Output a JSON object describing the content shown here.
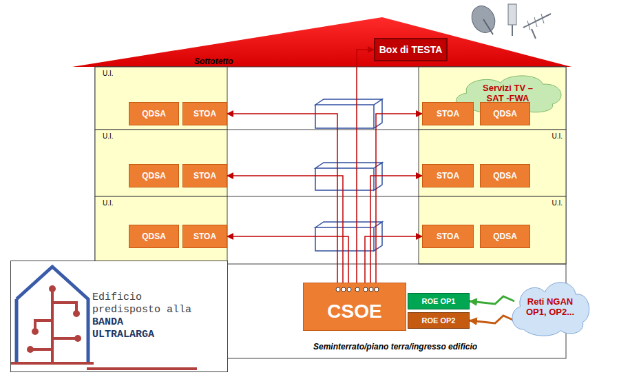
{
  "diagram": {
    "nodes": [
      {
        "text": [
          "Box di TESTA"
        ]
      },
      {
        "text": [
          "Servizi TV – SAT -FWA"
        ]
      },
      {
        "text": [
          "U.I."
        ]
      },
      {
        "text": [
          "QDSA"
        ],
        "in": 2
      },
      {
        "text": [
          "STOA"
        ],
        "in": 2
      },
      {
        "text": [
          "STOA"
        ]
      },
      {
        "text": [
          "QDSA"
        ]
      },
      {
        "text": [
          "U.I."
        ]
      },
      {
        "text": [
          "QDSA"
        ],
        "in": 7
      },
      {
        "text": [
          "STOA"
        ],
        "in": 7
      },
      {
        "text": [
          "U.I."
        ]
      },
      {
        "text": [
          "STOA"
        ],
        "in": 10
      },
      {
        "text": [
          "QDSA"
        ],
        "in": 10
      },
      {
        "text": [
          "U.I."
        ]
      },
      {
        "text": [
          "QDSA"
        ],
        "in": 13
      },
      {
        "text": [
          "STOA"
        ],
        "in": 13
      },
      {
        "text": [
          "U.I."
        ]
      },
      {
        "text": [
          "STOA"
        ],
        "in": 16
      },
      {
        "text": [
          "QDSA"
        ],
        "in": 16
      },
      {
        "text": [
          "CSOE"
        ]
      },
      {
        "text": [
          "ROE OP1"
        ]
      },
      {
        "text": [
          "ROE OP2"
        ]
      },
      {
        "text": [
          "Reti NGAN OP1, OP2..."
        ]
      },
      {
        "text": [
          "Edificio predisposto alla",
          "BANDA ULTRALARGA"
        ]
      }
    ],
    "edges": [
      {
        "from": 19,
        "to": 0,
        "arrow": "to"
      },
      {
        "from": 19,
        "to": 4,
        "arrow": "to"
      },
      {
        "from": 19,
        "to": 5,
        "arrow": "to"
      },
      {
        "from": 19,
        "to": 9,
        "arrow": "to"
      },
      {
        "from": 19,
        "to": 11,
        "arrow": "to"
      },
      {
        "from": 19,
        "to": 15,
        "arrow": "to"
      },
      {
        "from": 19,
        "to": 17,
        "arrow": "to"
      },
      {
        "from": 22,
        "to": 20,
        "arrow": "to"
      },
      {
        "from": 22,
        "to": 21,
        "arrow": "to"
      }
    ],
    "labels": [
      "Sottotetto",
      "Seminterrato/piano terra/ingresso edificio"
    ]
  }
}
